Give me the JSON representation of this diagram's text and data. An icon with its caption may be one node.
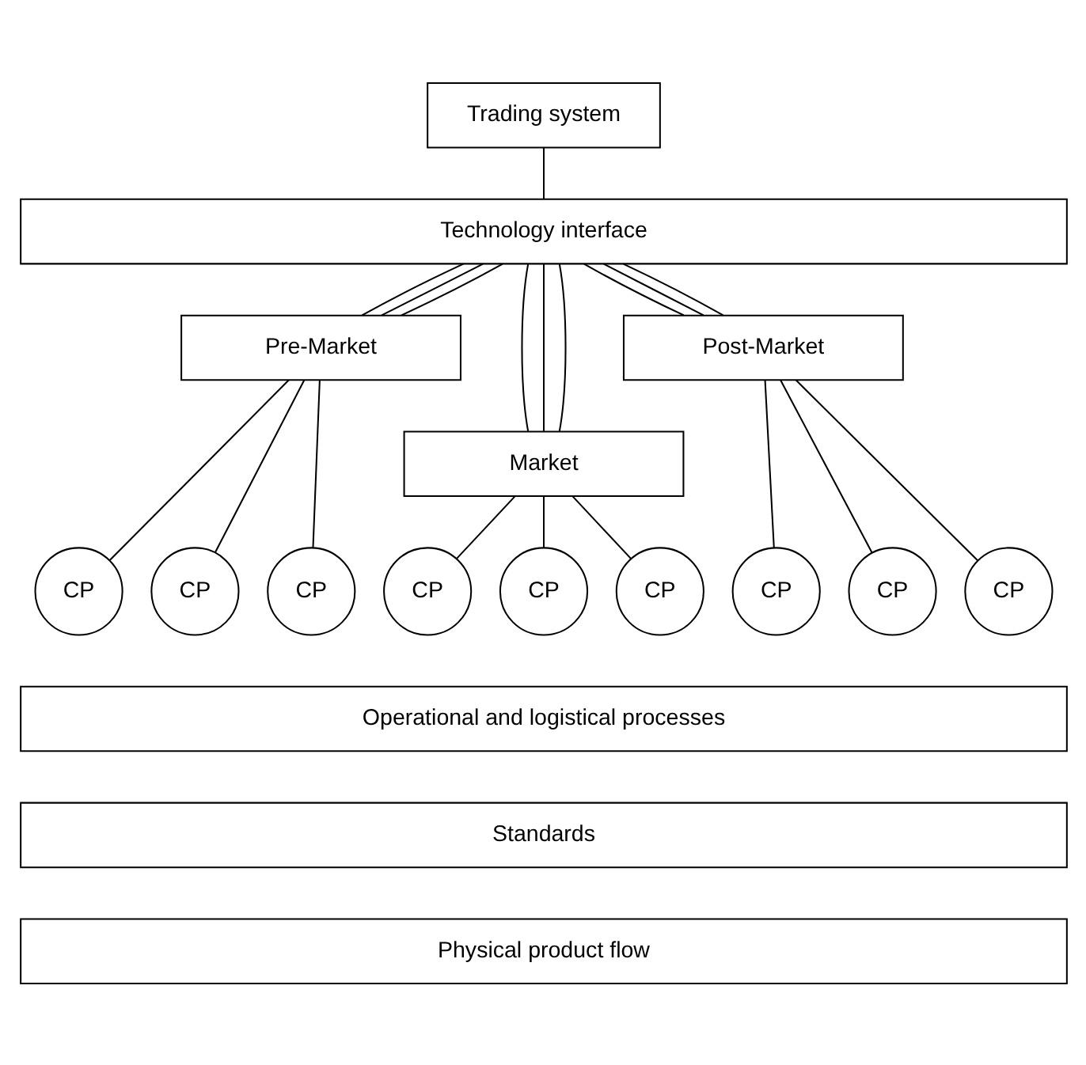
{
  "diagram": {
    "nodes": [
      {
        "text": [
          "Trading system"
        ]
      },
      {
        "text": [
          "Technology interface"
        ]
      },
      {
        "text": [
          "Pre-Market"
        ]
      },
      {
        "text": [
          "Market"
        ]
      },
      {
        "text": [
          "Post-Market"
        ]
      },
      {
        "text": [
          "CP"
        ]
      },
      {
        "text": [
          "CP"
        ]
      },
      {
        "text": [
          "CP"
        ]
      },
      {
        "text": [
          "CP"
        ]
      },
      {
        "text": [
          "CP"
        ]
      },
      {
        "text": [
          "CP"
        ]
      },
      {
        "text": [
          "CP"
        ]
      },
      {
        "text": [
          "CP"
        ]
      },
      {
        "text": [
          "CP"
        ]
      },
      {
        "text": [
          "Operational and logistical processes"
        ]
      },
      {
        "text": [
          "Standards"
        ]
      },
      {
        "text": [
          "Physical product flow"
        ]
      }
    ],
    "edges": [
      {
        "from": 0,
        "to": 1,
        "arrow": "none"
      },
      {
        "from": 1,
        "to": 2,
        "arrow": "none"
      },
      {
        "from": 1,
        "to": 2,
        "arrow": "none"
      },
      {
        "from": 1,
        "to": 2,
        "arrow": "none"
      },
      {
        "from": 1,
        "to": 3,
        "arrow": "none"
      },
      {
        "from": 1,
        "to": 3,
        "arrow": "none"
      },
      {
        "from": 1,
        "to": 3,
        "arrow": "none"
      },
      {
        "from": 1,
        "to": 4,
        "arrow": "none"
      },
      {
        "from": 1,
        "to": 4,
        "arrow": "none"
      },
      {
        "from": 1,
        "to": 4,
        "arrow": "none"
      },
      {
        "from": 2,
        "to": 5,
        "arrow": "none"
      },
      {
        "from": 2,
        "to": 6,
        "arrow": "none"
      },
      {
        "from": 2,
        "to": 7,
        "arrow": "none"
      },
      {
        "from": 3,
        "to": 8,
        "arrow": "none"
      },
      {
        "from": 3,
        "to": 9,
        "arrow": "none"
      },
      {
        "from": 3,
        "to": 10,
        "arrow": "none"
      },
      {
        "from": 4,
        "to": 11,
        "arrow": "none"
      },
      {
        "from": 4,
        "to": 12,
        "arrow": "none"
      },
      {
        "from": 4,
        "to": 13,
        "arrow": "none"
      }
    ]
  }
}
